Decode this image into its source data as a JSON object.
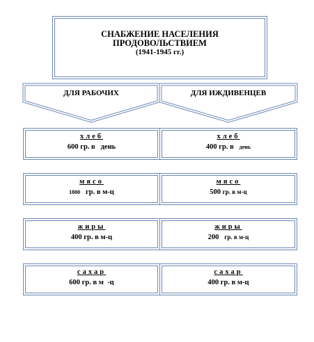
{
  "title": {
    "line1": "СНАБЖЕНИЕ НАСЕЛЕНИЯ",
    "line2": "ПРОДОВОЛЬСТВИЕМ",
    "years": "(1941-1945 гг.)"
  },
  "headers": {
    "workers": "ДЛЯ РАБОЧИХ",
    "dependents": "ДЛЯ ИЖДИВЕНЦЕВ"
  },
  "rows": [
    {
      "item_left": "хлеб",
      "amount_left": {
        "num": "600",
        "unit": "гр. в",
        "period": "день"
      },
      "item_right": "хлеб",
      "amount_right": {
        "num": "400",
        "unit": "гр. в",
        "period": "день"
      }
    },
    {
      "item_left": "мясо",
      "amount_left": {
        "num": "1800",
        "unit": "гр. в м-ц"
      },
      "item_right": "мясо",
      "amount_right": {
        "num": "500",
        "unit": "гр. в м-ц"
      }
    },
    {
      "item_left": "жиры",
      "amount_left": {
        "num": "400 гр. в м-ц"
      },
      "item_right": "жиры",
      "amount_right": {
        "num": "200",
        "unit": "гр. в м-ц"
      }
    },
    {
      "item_left": "сахар",
      "amount_left": {
        "num": "600 гр. в м",
        "unit": "-ц"
      },
      "item_right": "сахар",
      "amount_right": {
        "num": "400 гр. в м-ц"
      }
    }
  ],
  "colors": {
    "border": "#6d87b3"
  }
}
